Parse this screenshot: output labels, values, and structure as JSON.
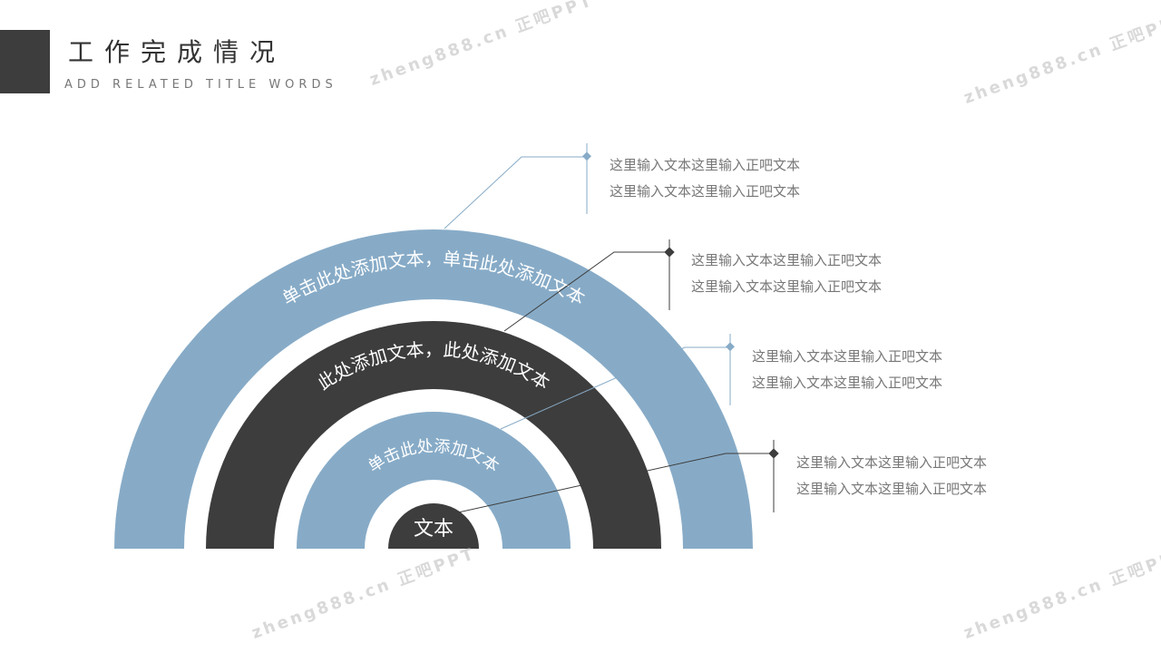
{
  "header": {
    "title": "工作完成情况",
    "subtitle": "ADD RELATED TITLE WORDS"
  },
  "rings": [
    {
      "label": "单击此处添加文本，单击此处添加文本",
      "color": "#87abc7"
    },
    {
      "label": "此处添加文本，此处添加文本",
      "color": "#3d3d3d"
    },
    {
      "label": "单击此处添加文本",
      "color": "#87abc7"
    },
    {
      "label": "文本",
      "color": "#3d3d3d"
    }
  ],
  "notes": [
    {
      "line1": "这里输入文本这里输入正吧文本",
      "line2": "这里输入文本这里输入正吧文本"
    },
    {
      "line1": "这里输入文本这里输入正吧文本",
      "line2": "这里输入文本这里输入正吧文本"
    },
    {
      "line1": "这里输入文本这里输入正吧文本",
      "line2": "这里输入文本这里输入正吧文本"
    },
    {
      "line1": "这里输入文本这里输入正吧文本",
      "line2": "这里输入文本这里输入正吧文本"
    }
  ],
  "watermark": "zheng888.cn 正吧PPT"
}
